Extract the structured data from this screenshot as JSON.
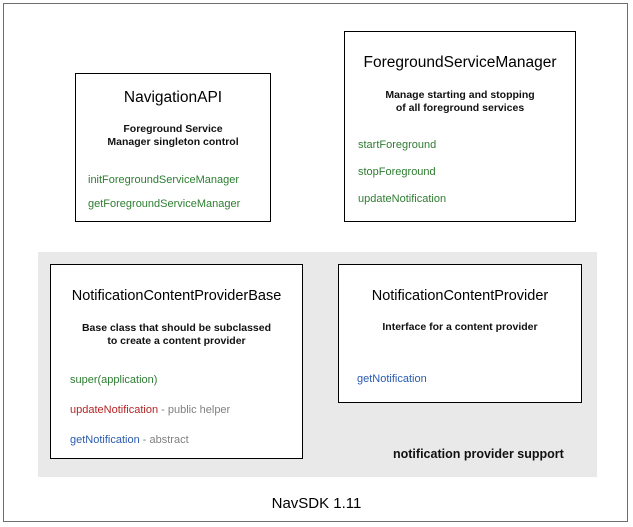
{
  "diagram": {
    "caption": "NavSDK 1.11",
    "group": {
      "label": "notification provider support",
      "background": "#e9e9e9"
    },
    "colors": {
      "method_green": "#2e7d32",
      "method_red": "#b32424",
      "method_blue": "#2a5bb0",
      "note_gray": "#808080",
      "box_border": "#000000",
      "frame_border": "#6f6f6f"
    },
    "boxes": [
      {
        "title": "NavigationAPI",
        "desc_line1": "Foreground Service",
        "desc_line2": "Manager singleton control",
        "members": [
          {
            "name": "initForegroundServiceManager",
            "note": ""
          },
          {
            "name": "getForegroundServiceManager",
            "note": ""
          }
        ]
      },
      {
        "title": "ForegroundServiceManager",
        "desc_line1": "Manage starting and stopping",
        "desc_line2": "of all foreground services",
        "members": [
          {
            "name": "startForeground",
            "note": ""
          },
          {
            "name": "stopForeground",
            "note": ""
          },
          {
            "name": "updateNotification",
            "note": ""
          }
        ]
      },
      {
        "title": "NotificationContentProviderBase",
        "desc_line1": "Base class that should be subclassed",
        "desc_line2": "to create a content provider",
        "members": [
          {
            "name": "super(application)",
            "note": ""
          },
          {
            "name": "updateNotification",
            "note": " - public helper"
          },
          {
            "name": "getNotification",
            "note": " - abstract"
          }
        ]
      },
      {
        "title": "NotificationContentProvider",
        "desc_line1": "Interface for a content provider",
        "desc_line2": "",
        "members": [
          {
            "name": "getNotification",
            "note": ""
          }
        ]
      }
    ]
  }
}
